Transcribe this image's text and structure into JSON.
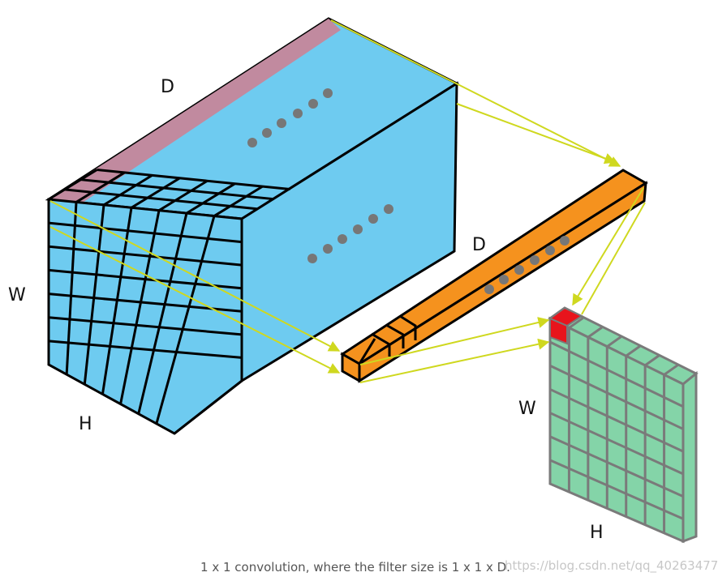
{
  "labels": {
    "input_depth": "D",
    "input_width": "W",
    "input_height": "H",
    "filter_depth": "D",
    "output_width": "W",
    "output_height": "H"
  },
  "caption": "1 x 1 convolution, where the filter size is 1 x 1 x D.",
  "watermark": "https://blog.csdn.net/qq_40263477",
  "colors": {
    "input_volume": "#6ecbf0",
    "input_highlight": "#c18a9f",
    "filter": "#f5921e",
    "output_map": "#84d4a8",
    "output_highlight": "#e8141c",
    "arrows": "#cfd81f",
    "dots": "#777777"
  }
}
